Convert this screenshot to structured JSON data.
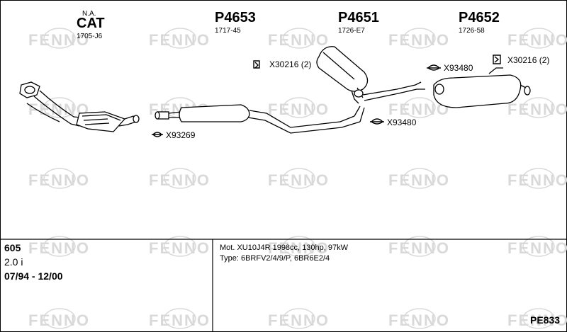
{
  "parts": [
    {
      "top": "N.A.",
      "number": "CAT",
      "code": "1705-J6"
    },
    {
      "number": "P4653",
      "code": "1717-45"
    },
    {
      "number": "P4651",
      "code": "1726-E7"
    },
    {
      "number": "P4652",
      "code": "1726-58"
    }
  ],
  "clamps": [
    "X93269",
    "X30216 (2)",
    "X93480",
    "X93480",
    "X30216 (2)"
  ],
  "watermark": "FENNO",
  "vehicle": {
    "model": "605",
    "engine": "2.0 i",
    "years": "07/94 - 12/00"
  },
  "motor_info": {
    "line1": "Mot. XU10J4R 1998cc, 130hp, 97kW",
    "line2": "Type: 6BRFV2/4/9/P, 6BR6E2/4"
  },
  "diagram_code": "PE833",
  "colors": {
    "watermark": "#d9d9d9",
    "line": "#000000"
  }
}
